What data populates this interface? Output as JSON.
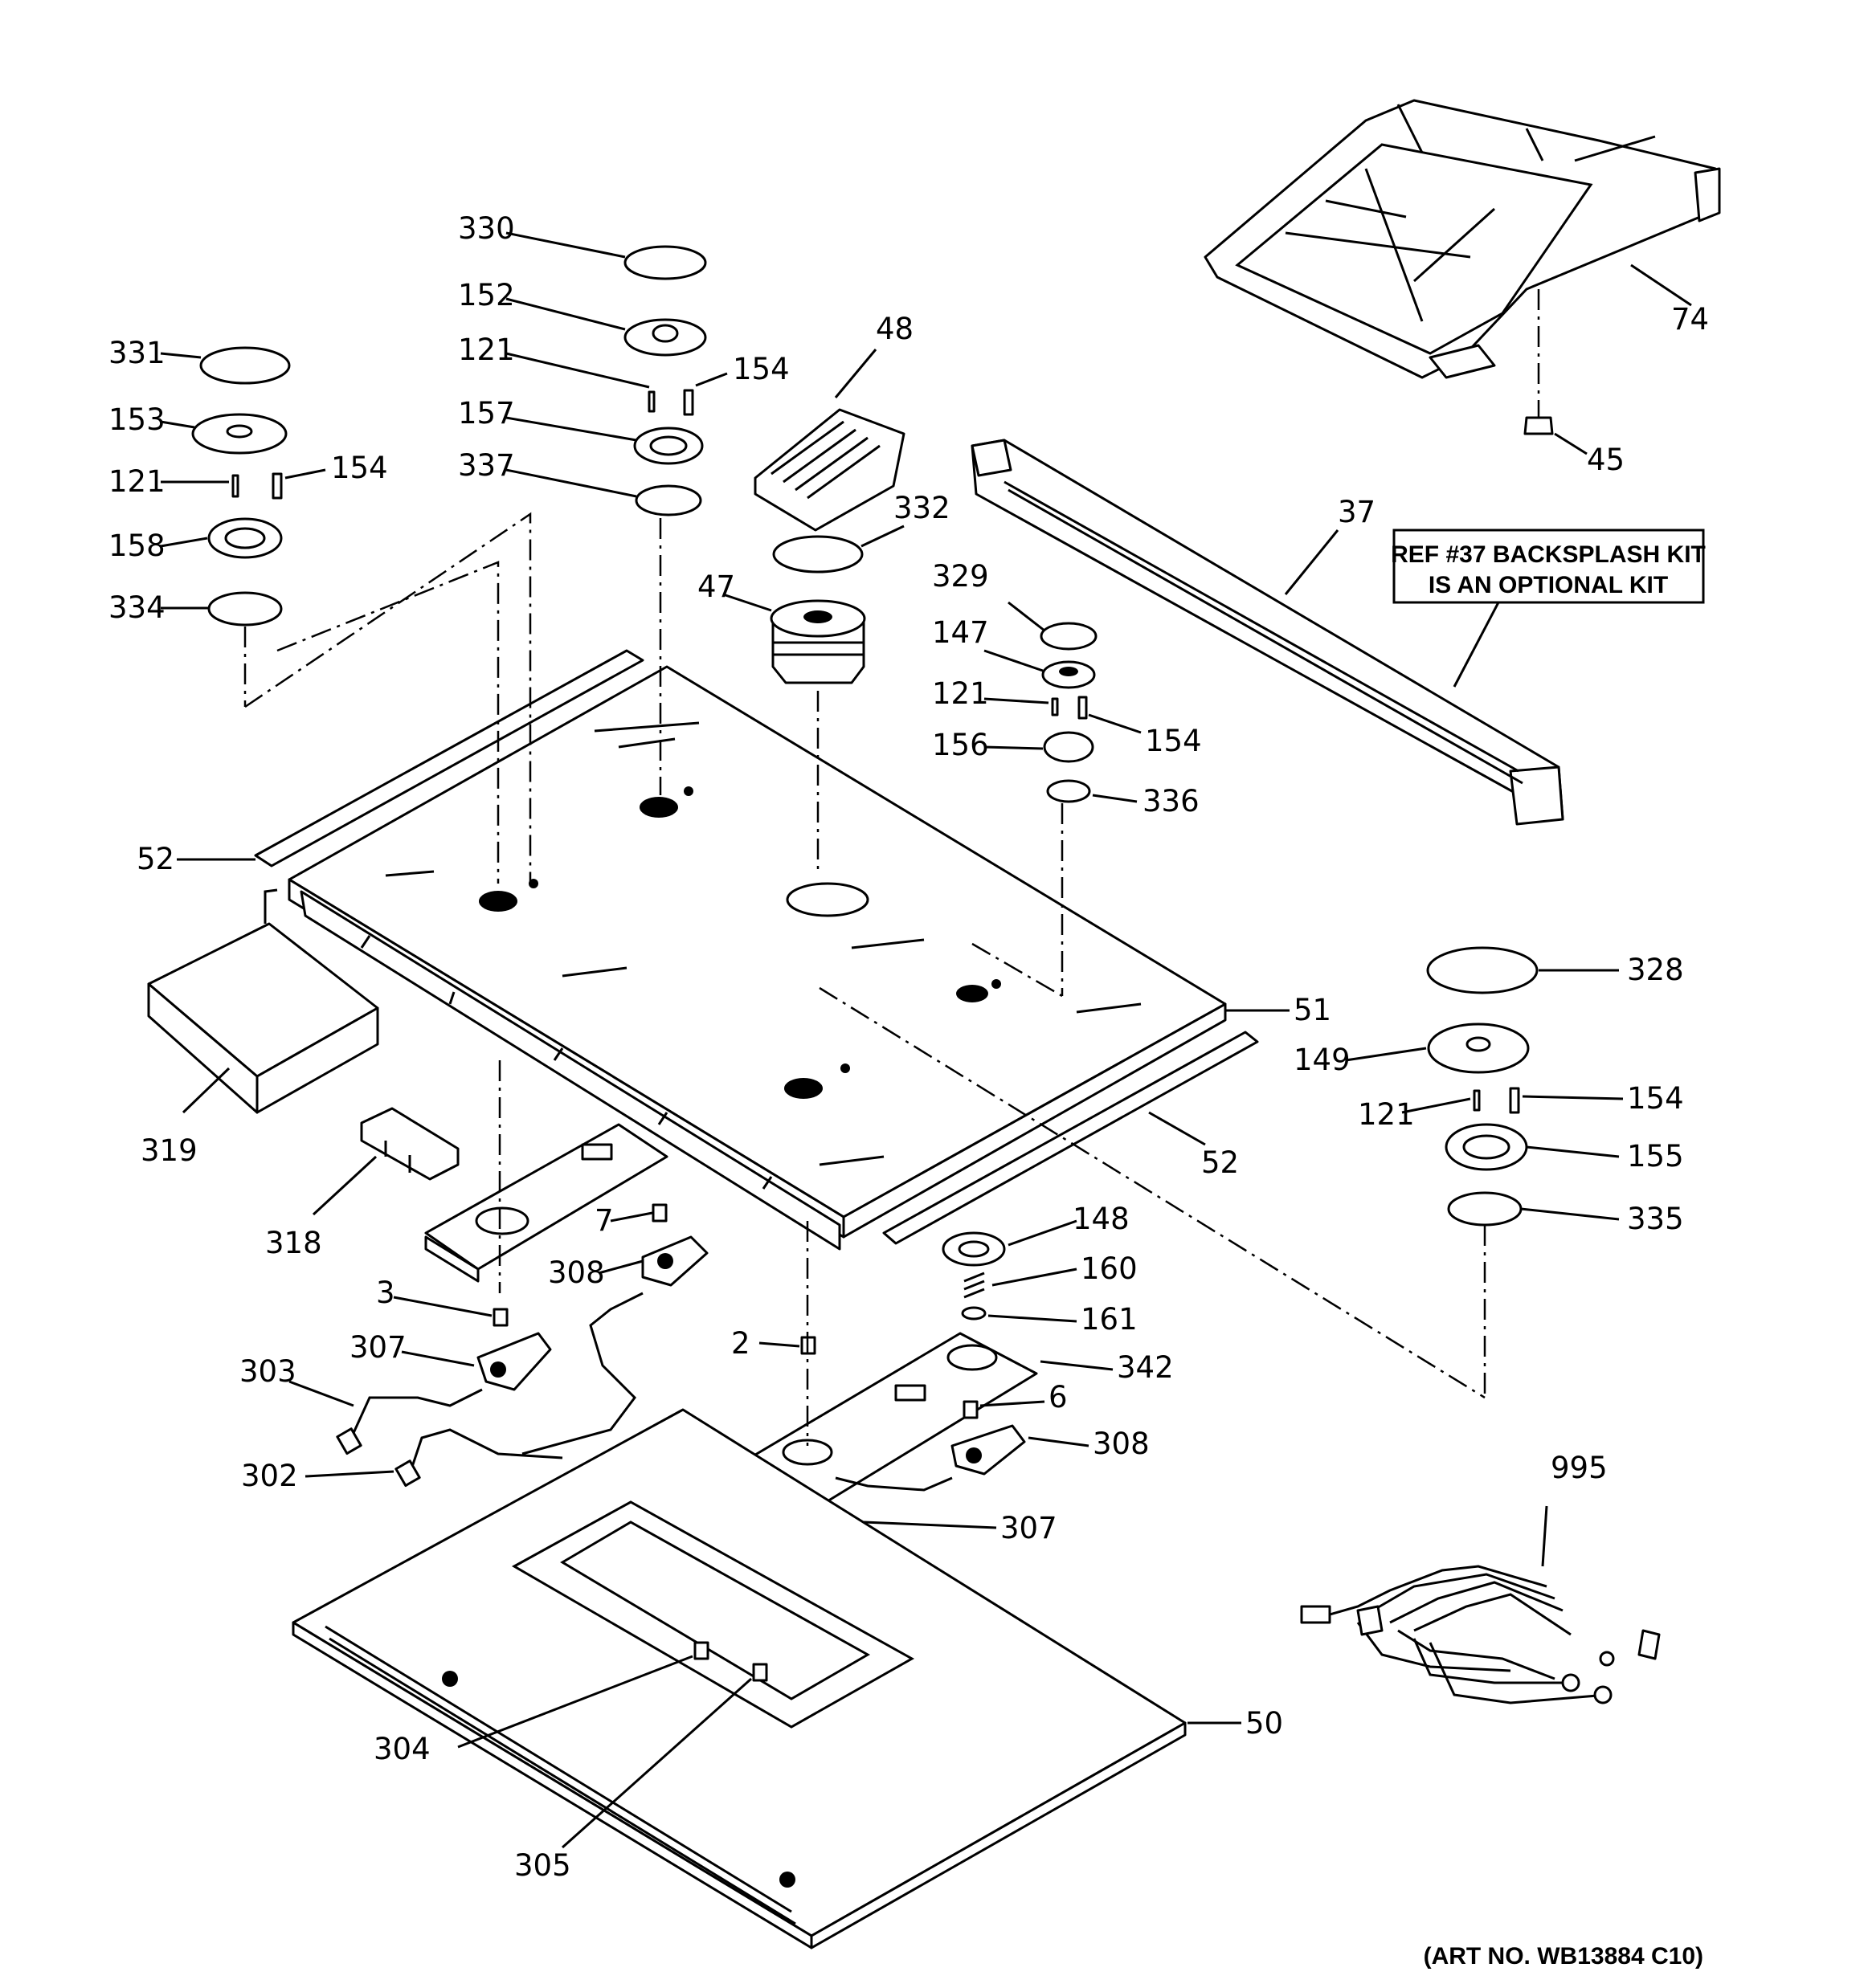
{
  "diagram": {
    "labels": {
      "l330": "330",
      "l152": "152",
      "l121a": "121",
      "l154a": "154",
      "l157": "157",
      "l337": "337",
      "l331": "331",
      "l153": "153",
      "l121b": "121",
      "l154b": "154",
      "l158": "158",
      "l334": "334",
      "l48": "48",
      "l332": "332",
      "l47": "47",
      "l74": "74",
      "l45": "45",
      "l37": "37",
      "l329": "329",
      "l147": "147",
      "l121c": "121",
      "l154c": "154",
      "l156": "156",
      "l336": "336",
      "l52a": "52",
      "l52b": "52",
      "l51": "51",
      "l328": "328",
      "l149": "149",
      "l121d": "121",
      "l154d": "154",
      "l155": "155",
      "l335": "335",
      "l319": "319",
      "l318": "318",
      "l7": "7",
      "l308a": "308",
      "l3": "3",
      "l307a": "307",
      "l303": "303",
      "l302": "302",
      "l2": "2",
      "l148": "148",
      "l160": "160",
      "l161": "161",
      "l342": "342",
      "l6": "6",
      "l308b": "308",
      "l307b": "307",
      "l995": "995",
      "l304": "304",
      "l305": "305",
      "l50": "50"
    },
    "note_line1": "REF #37 BACKSPLASH KIT",
    "note_line2": "IS AN OPTIONAL KIT",
    "art_no": "(ART NO. WB13884 C10)"
  }
}
